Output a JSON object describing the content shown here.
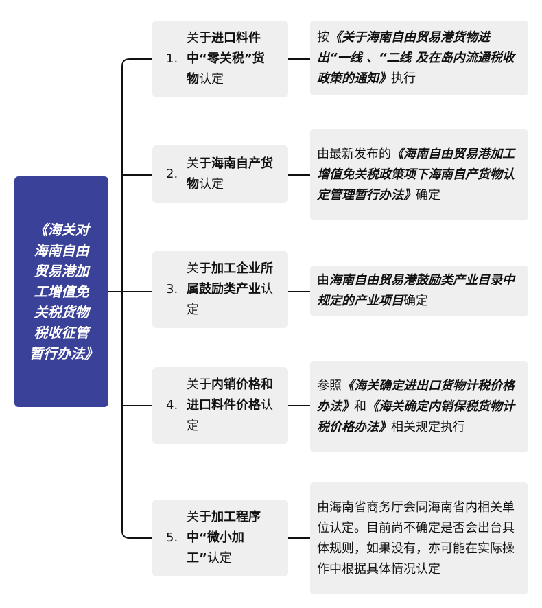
{
  "root": {
    "title": "《海关对海南自由贸易港加工增值免关税货物税收征管暂行办法》"
  },
  "items": [
    {
      "num": "1.",
      "mid": [
        {
          "t": "关于"
        },
        {
          "t": "进口料件中",
          "b": true
        },
        {
          "t": "“零关税”",
          "b": true
        },
        {
          "t": "货物",
          "b": true
        },
        {
          "t": "认定"
        }
      ],
      "right": [
        {
          "t": "按"
        },
        {
          "t": "《关于海南自由贸易港货物进出“一线 、“二线 及在岛内流通税收政策的通知》",
          "bi": true
        },
        {
          "t": "执行"
        }
      ]
    },
    {
      "num": "2.",
      "mid": [
        {
          "t": "关于"
        },
        {
          "t": "海南自产货物",
          "b": true
        },
        {
          "t": "认定"
        }
      ],
      "right": [
        {
          "t": "由最新发布的"
        },
        {
          "t": "《海南自由贸易港加工增值免关税政策项下海南自产货物认定管理暂行办法》",
          "bi": true
        },
        {
          "t": "确定"
        }
      ]
    },
    {
      "num": "3.",
      "mid": [
        {
          "t": "关于"
        },
        {
          "t": "加工企业所属鼓励类产业",
          "b": true
        },
        {
          "t": "认定"
        }
      ],
      "right": [
        {
          "t": "由"
        },
        {
          "t": "海南自由贸易港鼓励类产业目录中规定的产业项目",
          "bi": true
        },
        {
          "t": "确定"
        }
      ]
    },
    {
      "num": "4.",
      "mid": [
        {
          "t": "关于"
        },
        {
          "t": "内销价格和进口料件价格",
          "b": true
        },
        {
          "t": "认定"
        }
      ],
      "right": [
        {
          "t": "参照"
        },
        {
          "t": "《海关确定进出口货物计税价格办法》",
          "bi": true
        },
        {
          "t": "和"
        },
        {
          "t": "《海关确定内销保税货物计税价格办法》",
          "bi": true
        },
        {
          "t": "相关规定执行"
        }
      ]
    },
    {
      "num": "5.",
      "mid": [
        {
          "t": "关于"
        },
        {
          "t": "加工程序中“微小加工”",
          "b": true
        },
        {
          "t": "认定"
        }
      ],
      "right": [
        {
          "t": "由海南省商务厅会同海南省内相关单位认定。目前尚不确定是否会出台具体规则，如果没有，亦可能在实际操作中根据具体情况认定"
        }
      ]
    }
  ]
}
